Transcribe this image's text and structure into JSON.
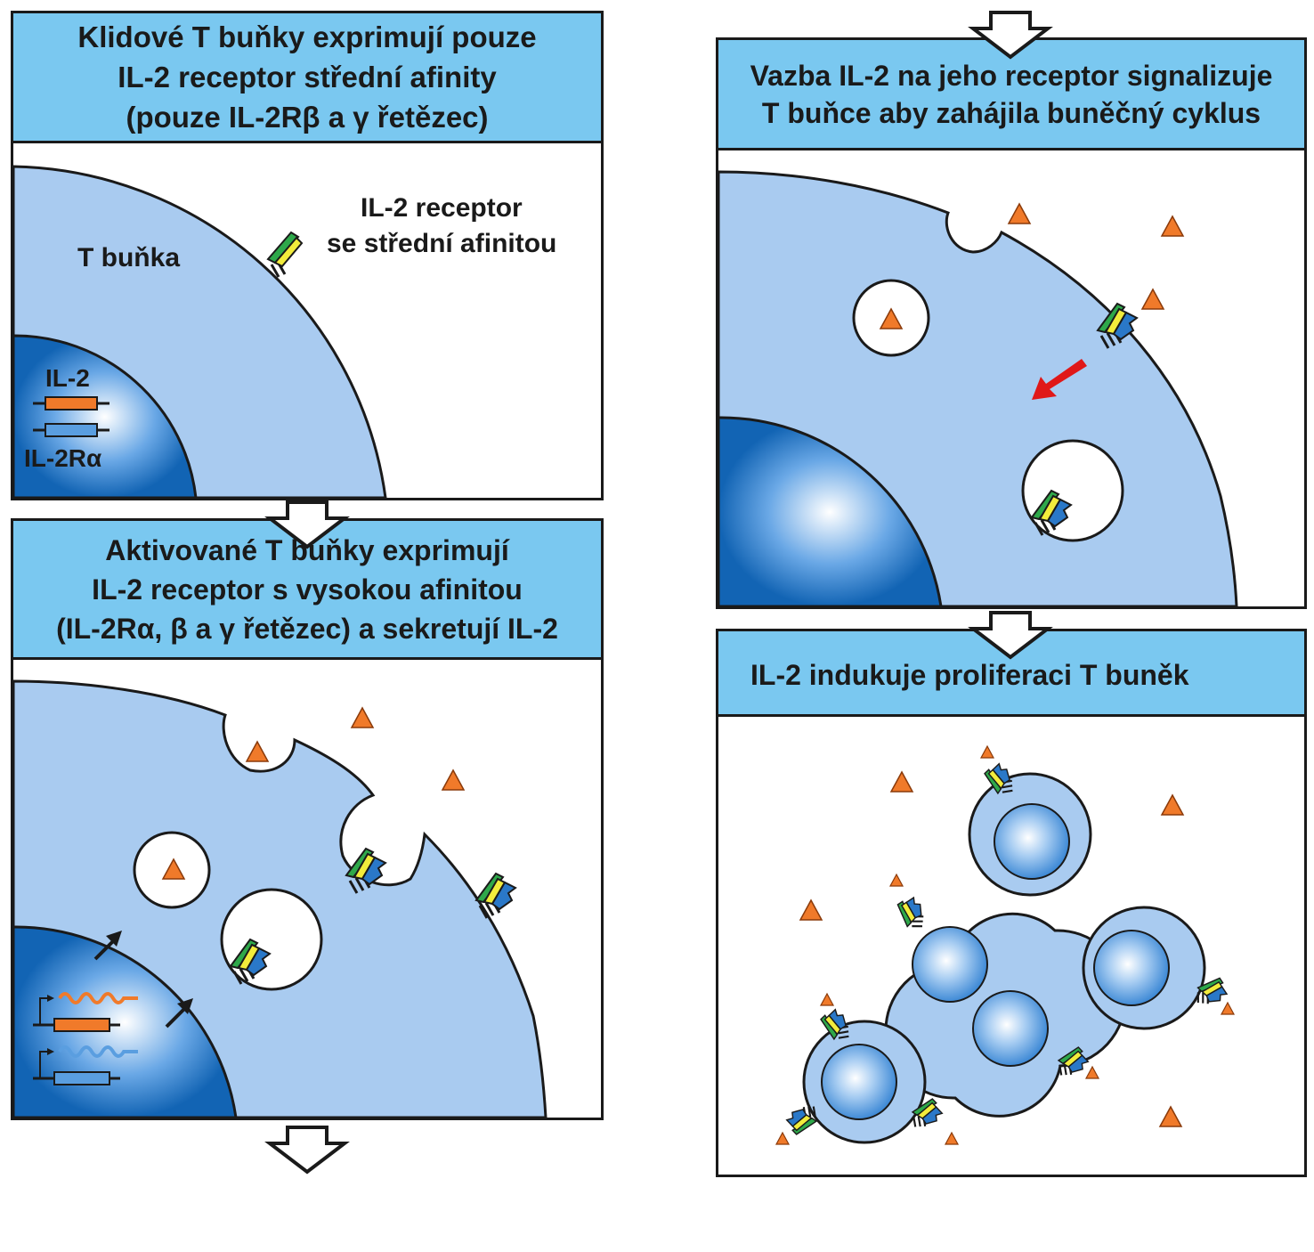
{
  "panels": {
    "resting": {
      "title": [
        "Klidové T buňky exprimují pouze",
        "IL-2 receptor střední afinity",
        "(pouze IL-2Rβ a γ řetězec)"
      ],
      "cell_label": "T buňka",
      "receptor_label": [
        "IL-2 receptor",
        "se střední afinitou"
      ],
      "gene_labels": [
        "IL-2",
        "IL-2Rα"
      ]
    },
    "activated": {
      "title": [
        "Aktivované T buňky exprimují",
        "IL-2 receptor s vysokou afinitou",
        "(IL-2Rα, β a γ řetězec) a sekretují IL-2"
      ]
    },
    "binding": {
      "title": [
        "Vazba IL-2 na jeho receptor signalizuje",
        "T buňce aby zahájila buněčný cyklus"
      ]
    },
    "proliferation": {
      "title": [
        "IL-2 indukuje proliferaci T buněk"
      ]
    }
  },
  "colors": {
    "header": "#7ac8f0",
    "cytoplasm": "#a9cbf0",
    "il2": "#f07a2a",
    "chain_green": "#2ea84a",
    "chain_yellow": "#f2ec3c",
    "chain_blue": "#2a78c8",
    "signal_arrow": "#e01818"
  }
}
